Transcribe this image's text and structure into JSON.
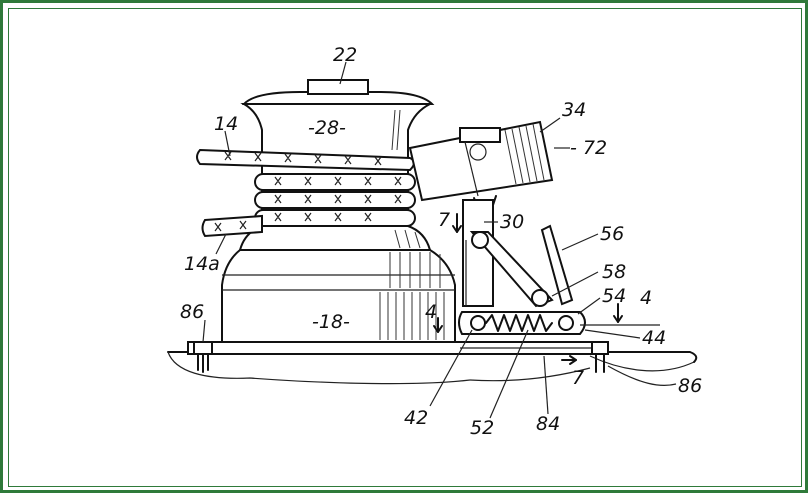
{
  "labels": {
    "l22": "22",
    "l28": "-28-",
    "l14": "14",
    "l14a": "14a",
    "l34": "34",
    "l72": "- 72",
    "l7top": "7",
    "l30": "30",
    "l56": "56",
    "l58": "58",
    "l54": "54",
    "l4a": "4",
    "l4b": "4",
    "l18": "-18-",
    "l86a": "86",
    "l44": "44",
    "l7bot": "7",
    "l86b": "86",
    "l42": "42",
    "l52": "52",
    "l84": "84"
  },
  "colors": {
    "frame": "#2f7a3a",
    "ink": "#111111"
  }
}
